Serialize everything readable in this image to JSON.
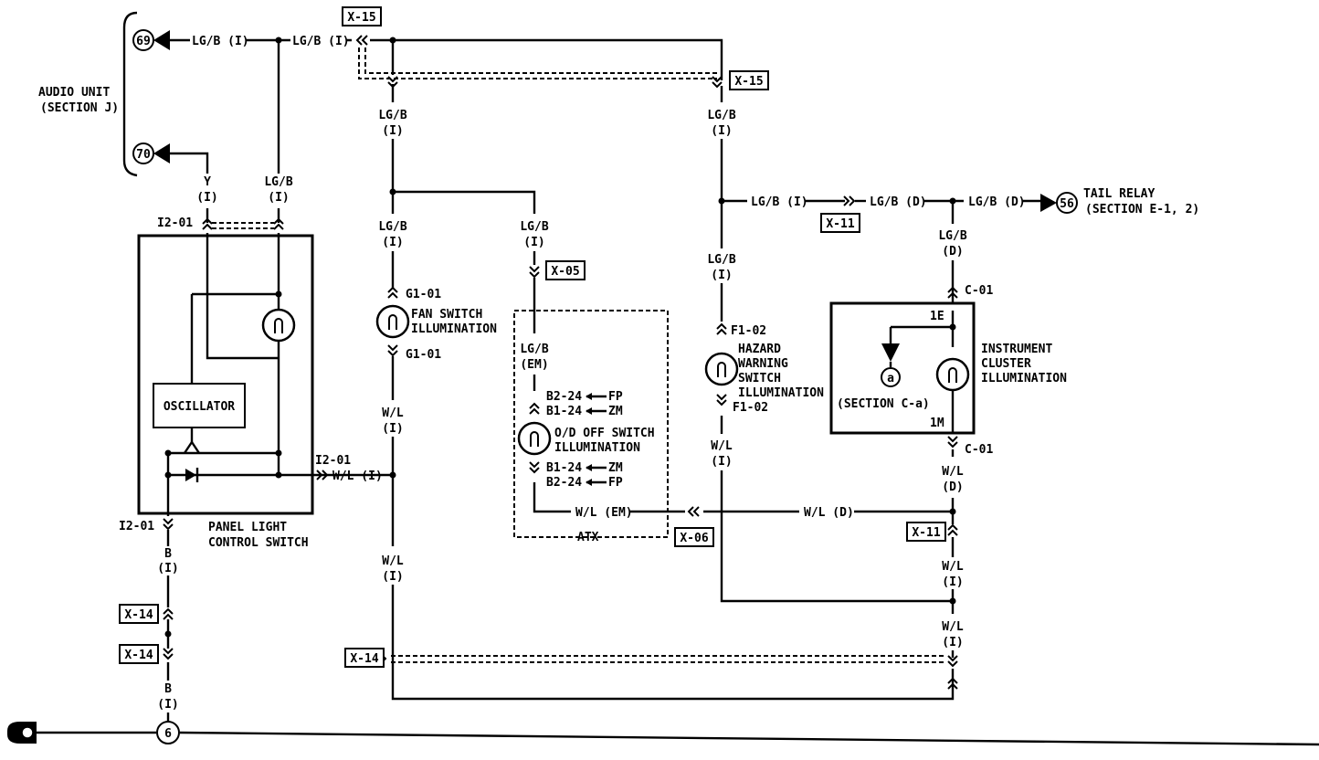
{
  "connectors": {
    "x15_top": "X-15",
    "x15_right": "X-15",
    "x11_top": "X-11",
    "x11_right": "X-11",
    "x05": "X-05",
    "x06": "X-06",
    "x14_a": "X-14",
    "x14_b": "X-14",
    "x14_bottom": "X-14"
  },
  "terminals": {
    "t69": "69",
    "t70": "70",
    "t56": "56",
    "t6": "6",
    "ta": "a"
  },
  "components": {
    "audio_unit": [
      "AUDIO UNIT",
      "(SECTION J)"
    ],
    "tail_relay": [
      "TAIL RELAY",
      "(SECTION E-1, 2)"
    ],
    "fan_switch": [
      "FAN SWITCH",
      "ILLUMINATION"
    ],
    "od_switch": [
      "O/D OFF SWITCH",
      "ILLUMINATION"
    ],
    "hazard": [
      "HAZARD",
      "WARNING",
      "SWITCH",
      "ILLUMINATION"
    ],
    "cluster": [
      "INSTRUMENT",
      "CLUSTER",
      "ILLUMINATION"
    ],
    "section_ca": "(SECTION C-a)",
    "oscillator": "OSCILLATOR",
    "panel_switch": [
      "PANEL LIGHT",
      "CONTROL SWITCH"
    ],
    "atx": "ATX"
  },
  "pins": {
    "i2_top": "I2-01",
    "i2_right": "I2-01",
    "i2_bottom": "I2-01",
    "g1_top": "G1-01",
    "g1_bottom": "G1-01",
    "f1_top": "F1-02",
    "f1_bottom": "F1-02",
    "c01_top": "C-01",
    "c01_bottom": "C-01",
    "p1e": "1E",
    "p1m": "1M",
    "b2_24_fp_top": "B2-24",
    "b1_24_zm_top": "B1-24",
    "b1_24_zm_bottom": "B1-24",
    "b2_24_fp_bottom": "B2-24",
    "fp_top": "FP",
    "zm_top": "ZM",
    "zm_bottom": "ZM",
    "fp_bottom": "FP"
  },
  "wires": {
    "lgb_i_a": "LG/B (I)",
    "lgb_i_b": "LG/B (I)",
    "lgb_i_c": "LG/B (I)",
    "lgb_d_a": "LG/B (D)",
    "lgb_d_b": "LG/B (D)",
    "wl_i_right": "W/L (I)",
    "wl_em": "W/L (EM)",
    "wl_d": "W/L (D)",
    "w1_t": "LG/B",
    "w1_b": "(I)",
    "w2_t": "LG/B",
    "w2_b": "(I)",
    "w3_t": "LG/B",
    "w3_b": "(I)",
    "w4_t": "LG/B",
    "w4_b": "(I)",
    "w5_t": "LG/B",
    "w5_b": "(I)",
    "w6_t": "LG/B",
    "w6_b": "(I)",
    "w7_t": "LG/B",
    "w7_b": "(EM)",
    "w8_t": "LG/B",
    "w8_b": "(D)",
    "w9_t": "Y",
    "w9_b": "(I)",
    "w10_t": "W/L",
    "w10_b": "(I)",
    "w11_t": "W/L",
    "w11_b": "(I)",
    "w12_t": "W/L",
    "w12_b": "(I)",
    "w13_t": "W/L",
    "w13_b": "(D)",
    "w14_t": "W/L",
    "w14_b": "(I)",
    "w15_t": "W/L",
    "w15_b": "(I)",
    "w16_t": "B",
    "w16_b": "(I)",
    "w17_t": "B",
    "w17_b": "(I)"
  }
}
